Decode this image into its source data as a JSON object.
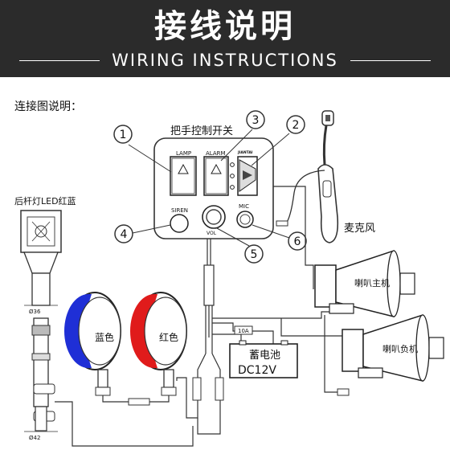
{
  "header": {
    "title_cn": "接线说明",
    "title_en": "WIRING INSTRUCTIONS"
  },
  "diagram": {
    "intro": "连接图说明：",
    "panel_title": "把手控制开关",
    "lamp_label": "LAMP",
    "alarm_label": "ALARM",
    "brand_label": "JIANTAI",
    "siren_label": "SIREN",
    "vol_label": "VOL",
    "mic_label": "MIC",
    "microphone_label": "麦克风",
    "lightbar_label": "后杆灯LED红蓝",
    "dim_36": "Ø36",
    "dim_42": "Ø42",
    "blue_lamp_label": "蓝色",
    "red_lamp_label": "红色",
    "fuse_label": "10A",
    "battery_label": "蓄电池",
    "battery_voltage": "DC12V",
    "speaker_main_label": "喇叭主机",
    "speaker_sub_label": "喇叭负机",
    "callout_1": "1",
    "callout_2": "2",
    "callout_3": "3",
    "callout_4": "4",
    "callout_5": "5",
    "callout_6": "6"
  },
  "colors": {
    "header_bg": "#2b2b2b",
    "blue_lens": "#1f2fd6",
    "red_lens": "#e01b1b",
    "line": "#333333"
  }
}
